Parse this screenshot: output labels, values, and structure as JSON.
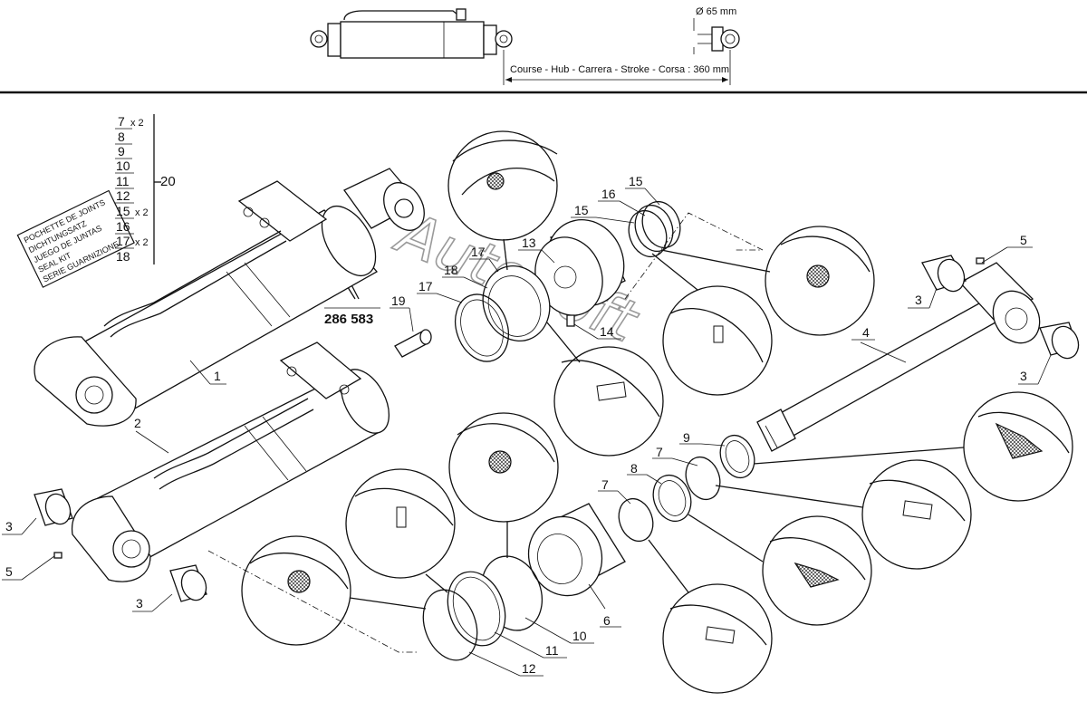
{
  "header": {
    "diameter_label": "Ø 65 mm",
    "stroke_label": "Course - Hub - Carrera - Stroke - Corsa : 360 mm"
  },
  "seal_kit": {
    "box_lines": [
      "POCHETTE DE JOINTS",
      "DICHTUNGSATZ",
      "JUEGO DE JUNTAS",
      "SEAL KIT",
      "SERIE GUARNIZIONE"
    ],
    "parts": [
      {
        "num": "7",
        "qty": "x 2"
      },
      {
        "num": "8",
        "qty": ""
      },
      {
        "num": "9",
        "qty": ""
      },
      {
        "num": "10",
        "qty": ""
      },
      {
        "num": "11",
        "qty": ""
      },
      {
        "num": "12",
        "qty": ""
      },
      {
        "num": "15",
        "qty": "x 2"
      },
      {
        "num": "16",
        "qty": ""
      },
      {
        "num": "17",
        "qty": "x 2"
      },
      {
        "num": "18",
        "qty": ""
      }
    ],
    "kit_number": "20",
    "part_code": "286 583"
  },
  "watermark": "AutoSoft",
  "callouts": {
    "c1": "1",
    "c2": "2",
    "c3a": "3",
    "c3b": "3",
    "c3c": "3",
    "c3d": "3",
    "c4": "4",
    "c5a": "5",
    "c5b": "5",
    "c6": "6",
    "c7a": "7",
    "c7b": "7",
    "c8": "8",
    "c9": "9",
    "c10": "10",
    "c11": "11",
    "c12": "12",
    "c13": "13",
    "c14": "14",
    "c15a": "15",
    "c15b": "15",
    "c16": "16",
    "c17a": "17",
    "c17b": "17",
    "c18": "18",
    "c19": "19"
  }
}
